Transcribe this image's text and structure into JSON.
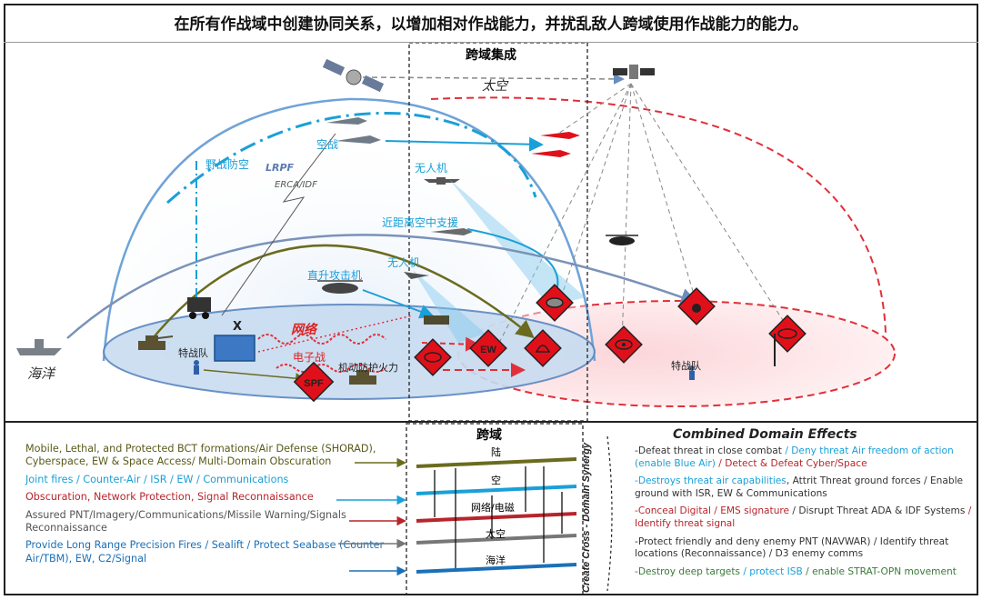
{
  "title": "在所有作战域中创建协同关系，以增加相对作战能力，并扰乱敌人跨域使用作战能力的能力。",
  "top_diagram": {
    "integration_label": "跨域集成",
    "space_label": "太空",
    "air_combat": "空战",
    "field_air_defense": "野战防空",
    "lrpf": "LRPF",
    "erca": "ERCA/IDF",
    "uav1": "无人机",
    "cas": "近距离空中支援",
    "uav2": "无人机",
    "attack_heli": "直升攻击机",
    "network": "网络",
    "sof_left": "特战队",
    "ew_zh": "电子战",
    "mobile_fires": "机动防护火力",
    "ocean": "海洋",
    "sof_right": "特战队",
    "x_mark": "X",
    "spf": "SPF",
    "ew": "EW"
  },
  "center_panel": {
    "title": "跨域",
    "layers": [
      "陆",
      "空",
      "网络/电磁",
      "太空",
      "海洋"
    ],
    "synergy": "Create Cross - Domain Synergy"
  },
  "left_list": [
    {
      "text": "Mobile, Lethal, and Protected BCT formations/Air Defense (SHORAD), Cyberspace, EW & Space Access/ Multi-Domain Obscuration",
      "color": "olive"
    },
    {
      "text": "Joint fires / Counter-Air / ISR / EW / Communications",
      "color": "blue"
    },
    {
      "text": "Obscuration, Network Protection, Signal Reconnaissance",
      "color": "red"
    },
    {
      "text": "Assured PNT/Imagery/Communications/Missile Warning/Signals Reconnaissance",
      "color": "gray"
    },
    {
      "text": "Provide Long Range Precision Fires / Sealift / Protect Seabase (Counter Air/TBM), EW, C2/Signal",
      "color": "navy"
    }
  ],
  "effects_title": "Combined Domain Effects",
  "effects": [
    [
      {
        "t": "-Defeat threat in close combat ",
        "c": "dark"
      },
      {
        "t": "/ Deny threat Air freedom of action (enable Blue Air) ",
        "c": "cyan"
      },
      {
        "t": "/ Detect & Defeat Cyber/Space",
        "c": "red"
      }
    ],
    [
      {
        "t": "-Destroys threat air capabilities",
        "c": "cyan"
      },
      {
        "t": ", Attrit Threat ground forces / Enable ground with ISR, EW & Communications",
        "c": "dark"
      }
    ],
    [
      {
        "t": "-Conceal Digital / EMS signature ",
        "c": "red"
      },
      {
        "t": "/ Disrupt Threat ADA & IDF Systems ",
        "c": "dark"
      },
      {
        "t": "/ Identify threat signal",
        "c": "red"
      }
    ],
    [
      {
        "t": "-Protect friendly and deny enemy PNT (NAVWAR) / Identify threat locations (Reconnaissance) / D3 enemy comms",
        "c": "dark"
      }
    ],
    [
      {
        "t": "-Destroy deep targets ",
        "c": "green"
      },
      {
        "t": "/ protect ISB ",
        "c": "cyan"
      },
      {
        "t": "/ enable STRAT-OPN movement",
        "c": "green"
      }
    ]
  ],
  "colors": {
    "blue_dome": "#6fa3d8",
    "red_zone": "#e0303a",
    "cyan": "#1aa0d8",
    "olive": "#6b6b1f",
    "diamond": "#e0101a"
  }
}
